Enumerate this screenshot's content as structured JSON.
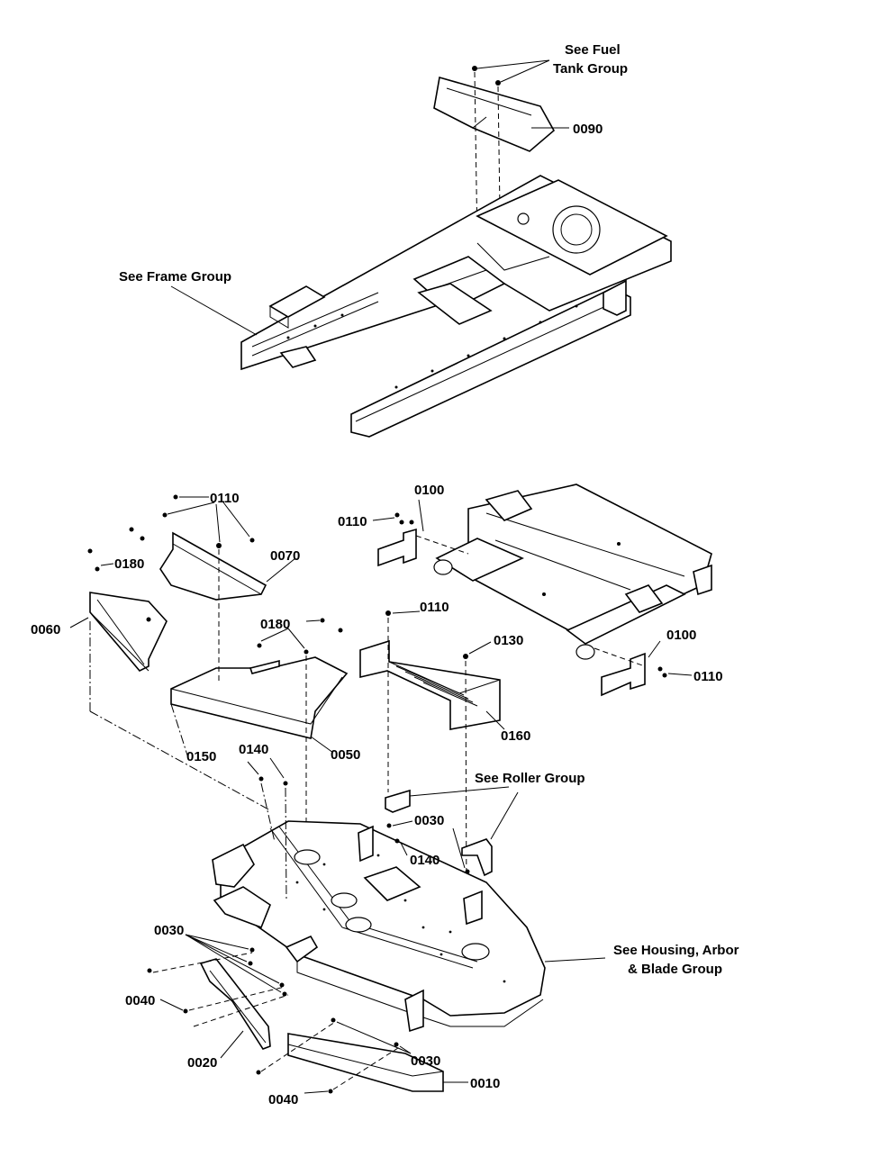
{
  "labels": {
    "see_fuel_line1": "See Fuel",
    "see_fuel_line2": "Tank Group",
    "p0090": "0090",
    "see_frame": "See Frame Group",
    "p0110_a": "0110",
    "p0070": "0070",
    "p0180_a": "0180",
    "p0060": "0060",
    "p0180_b": "0180",
    "p0050": "0050",
    "p0100_a": "0100",
    "p0110_b": "0110",
    "p0110_c": "0110",
    "p0130": "0130",
    "p0160": "0160",
    "p0100_b": "0100",
    "p0110_d": "0110",
    "p0150": "0150",
    "p0140_a": "0140",
    "see_roller": "See Roller Group",
    "p0030_a": "0030",
    "p0140_b": "0140",
    "p0030_b": "0030",
    "p0040_a": "0040",
    "p0020": "0020",
    "see_housing_line1": "See Housing, Arbor",
    "see_housing_line2": "& Blade Group",
    "p0030_c": "0030",
    "p0010": "0010",
    "p0040_b": "0040"
  }
}
